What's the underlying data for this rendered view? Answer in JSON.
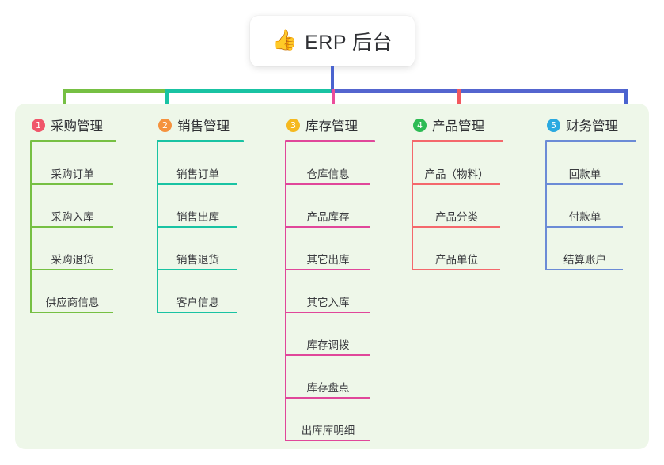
{
  "root": {
    "icon": "thumbs-up-icon",
    "icon_glyph": "👍",
    "title": "ERP 后台"
  },
  "panel": {
    "background": "#eef7e9"
  },
  "connector": {
    "stem_color": "#4a63cf",
    "segments": [
      {
        "color": "#76c043"
      },
      {
        "color": "#19c3a3"
      },
      {
        "color": "#5465cf"
      }
    ]
  },
  "columns": [
    {
      "number": "1",
      "title": "采购管理",
      "badge_color": "#f0566a",
      "accent": "#76c043",
      "items": [
        "采购订单",
        "采购入库",
        "采购退货",
        "供应商信息"
      ]
    },
    {
      "number": "2",
      "title": "销售管理",
      "badge_color": "#f5923e",
      "accent": "#19c3a3",
      "items": [
        "销售订单",
        "销售出库",
        "销售退货",
        "客户信息"
      ]
    },
    {
      "number": "3",
      "title": "库存管理",
      "badge_color": "#f5b91f",
      "accent": "#e0479a",
      "items": [
        "仓库信息",
        "产品库存",
        "其它出库",
        "其它入库",
        "库存调拨",
        "库存盘点",
        "出库库明细"
      ]
    },
    {
      "number": "4",
      "title": "产品管理",
      "badge_color": "#2dbb54",
      "accent": "#f4686c",
      "items": [
        "产品（物料）",
        "产品分类",
        "产品单位"
      ]
    },
    {
      "number": "5",
      "title": "财务管理",
      "badge_color": "#2aa9e0",
      "accent": "#6b8bd6",
      "items": [
        "回款单",
        "付款单",
        "结算账户"
      ]
    }
  ]
}
